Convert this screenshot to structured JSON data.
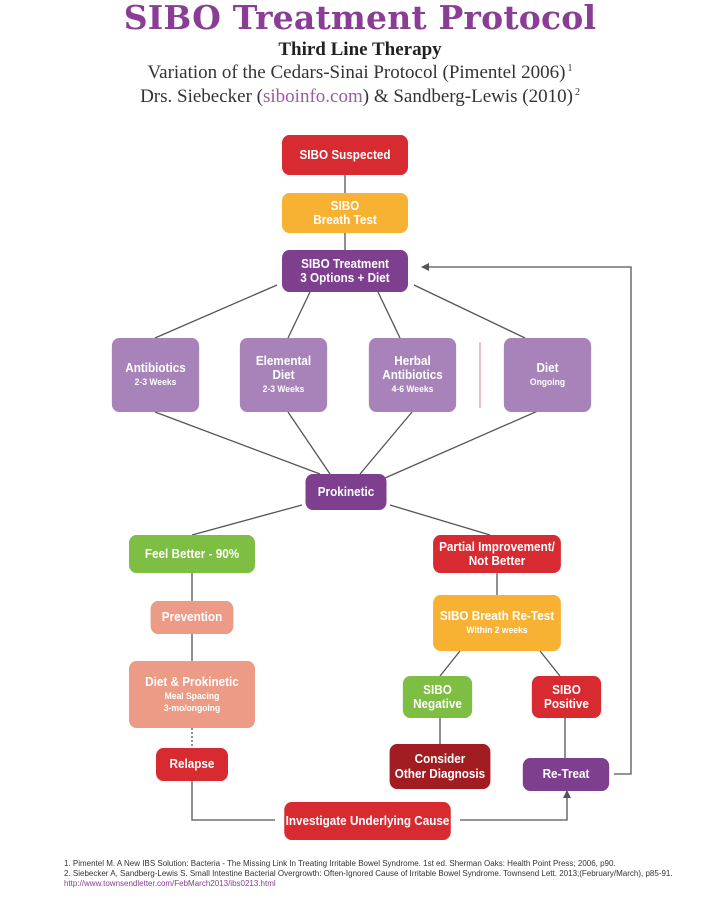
{
  "header": {
    "title": "SIBO Treatment Protocol",
    "subtitle": "Third Line Therapy",
    "line1": "Variation of the Cedars-Sinai Protocol (Pimentel 2006)",
    "line1_sup": "1",
    "line2_pre": "Drs. Siebecker (",
    "line2_link": "siboinfo.com",
    "line2_post": ") & Sandberg-Lewis (2010)",
    "line2_sup": "2"
  },
  "nodes": {
    "suspected": {
      "label": "SIBO Suspected"
    },
    "breath_test": {
      "line1": "SIBO",
      "line2": "Breath Test"
    },
    "treatment": {
      "line1": "SIBO Treatment",
      "line2": "3 Options + Diet"
    },
    "antibiotics": {
      "label": "Antibiotics",
      "detail": "2-3 Weeks"
    },
    "elemental": {
      "line1": "Elemental",
      "line2": "Diet",
      "detail": "2-3 Weeks"
    },
    "herbal": {
      "line1": "Herbal",
      "line2": "Antibiotics",
      "detail": "4-6 Weeks"
    },
    "diet": {
      "label": "Diet",
      "detail": "Ongoing"
    },
    "prokinetic": {
      "label": "Prokinetic"
    },
    "feel_better": {
      "label": "Feel Better - 90%"
    },
    "partial": {
      "line1": "Partial Improvement/",
      "line2": "Not Better"
    },
    "prevention": {
      "label": "Prevention"
    },
    "retest": {
      "label": "SIBO Breath Re-Test",
      "detail": "Within 2 weeks"
    },
    "diet_prokinetic": {
      "label": "Diet & Prokinetic",
      "detail1": "Meal Spacing",
      "detail2": "3-mo/ongoing"
    },
    "negative": {
      "line1": "SIBO",
      "line2": "Negative"
    },
    "positive": {
      "line1": "SIBO",
      "line2": "Positive"
    },
    "relapse": {
      "label": "Relapse"
    },
    "other_diagnosis": {
      "line1": "Consider",
      "line2": "Other Diagnosis"
    },
    "retreat": {
      "label": "Re-Treat"
    },
    "investigate": {
      "label": "Investigate Underlying Cause"
    }
  },
  "references": {
    "ref1": "1. Pimentel M. A New IBS Solution: Bacteria - The Missing Link In Treating Irritable Bowel Syndrome. 1st ed. Sherman Oaks: Health Point Press; 2006, p90.",
    "ref2": "2. Siebecker A, Sandberg-Lewis S. Small Intestine Bacterial Overgrowth: Often-Ignored Cause of Irritable Bowel Syndrome. Townsend Lett. 2013;(February/March), p85-91.",
    "ref2_url": "http://www.townsendletter.com/FebMarch2013/ibs0213.html"
  },
  "colors": {
    "red": "#d72a31",
    "orange": "#f7b233",
    "purple": "#7d3f8e",
    "lavender": "#a883b9",
    "green": "#7dbe43",
    "salmon": "#ec9b86",
    "maroon": "#a11d22",
    "title": "#8a3d94"
  }
}
